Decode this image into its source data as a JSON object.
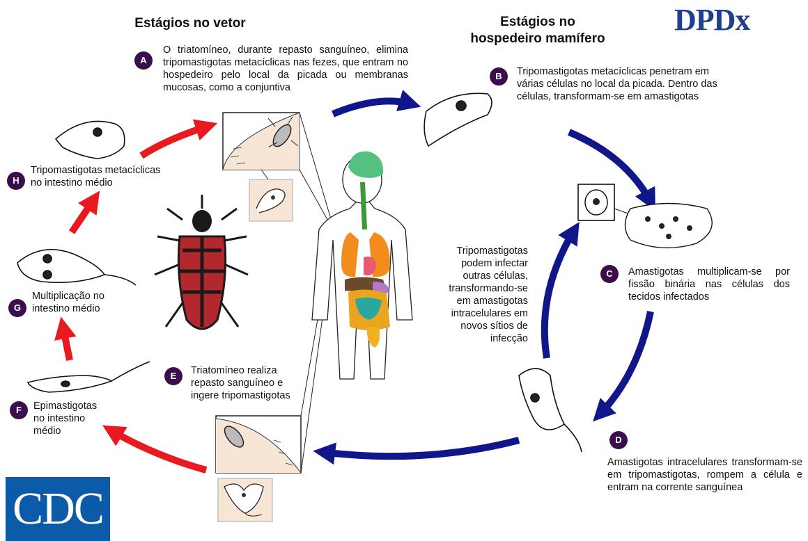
{
  "headings": {
    "vector": "Estágios no vetor",
    "host": "Estágios no hospedeiro mamífero"
  },
  "brand": {
    "top_logo": "DPDx",
    "bottom_logo": "CDC"
  },
  "colors": {
    "host_arrow": "#10178a",
    "vector_arrow": "#e8191f",
    "badge": "#3a0e4c",
    "inset_bg": "#f7e6d6"
  },
  "stages": [
    {
      "id": "A",
      "text": "O triatomíneo, durante repasto sanguíneo, elimina tripomastigotas metacíclicas nas fezes, que entram no hospedeiro pelo local da picada ou membranas mucosas, como a conjuntiva"
    },
    {
      "id": "B",
      "text": "Tripomastigotas metacíclicas penetram em várias células no local da picada. Dentro das células, transformam-se em amastigotas"
    },
    {
      "id": "C",
      "text": "Amastigotas multiplicam-se por fissão binária nas células dos tecidos infectados"
    },
    {
      "id": "D",
      "text": "Amastigotas intracelulares transformam-se em tripomastigotas, rompem a célula e entram na corrente sanguínea"
    },
    {
      "id": "E",
      "text": "Triatomíneo realiza repasto sanguíneo e ingere tripomastigotas"
    },
    {
      "id": "F",
      "text": "Epimastigotas no intestino médio"
    },
    {
      "id": "G",
      "text": "Multiplicação no intestino médio"
    },
    {
      "id": "H",
      "text": "Tripomastigotas metacíclicas no intestino médio"
    }
  ],
  "center_note": "Tripomastigotas podem infectar outras células, transformando-se em amastigotas intracelulares em novos sítios de infecção"
}
